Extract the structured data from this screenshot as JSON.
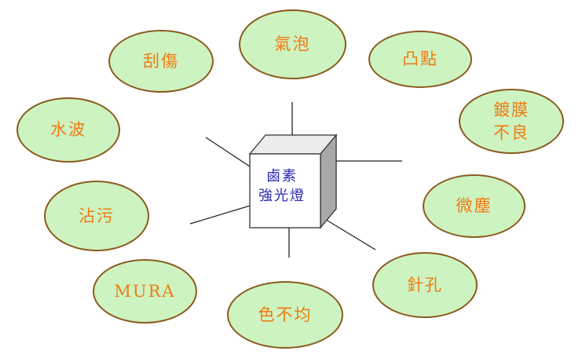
{
  "center": {
    "label": "鹵素\n強光燈"
  },
  "defects": [
    {
      "id": "qipao",
      "label": "氣泡"
    },
    {
      "id": "tudian",
      "label": "凸點"
    },
    {
      "id": "guashang",
      "label": "刮傷"
    },
    {
      "id": "dumo",
      "label": "鍍膜\n不良"
    },
    {
      "id": "shuibo",
      "label": "水波"
    },
    {
      "id": "weichen",
      "label": "微塵"
    },
    {
      "id": "zhanwu",
      "label": "沾污"
    },
    {
      "id": "zhenkong",
      "label": "針孔"
    },
    {
      "id": "mura",
      "label": "MURA"
    },
    {
      "id": "sebujun",
      "label": "色不均"
    }
  ],
  "colors": {
    "bubble_fill": "#cdf3c0",
    "bubble_border": "#8a5a1e",
    "bubble_text": "#f07a12",
    "center_text": "#2a2ab8",
    "line": "#222222"
  }
}
